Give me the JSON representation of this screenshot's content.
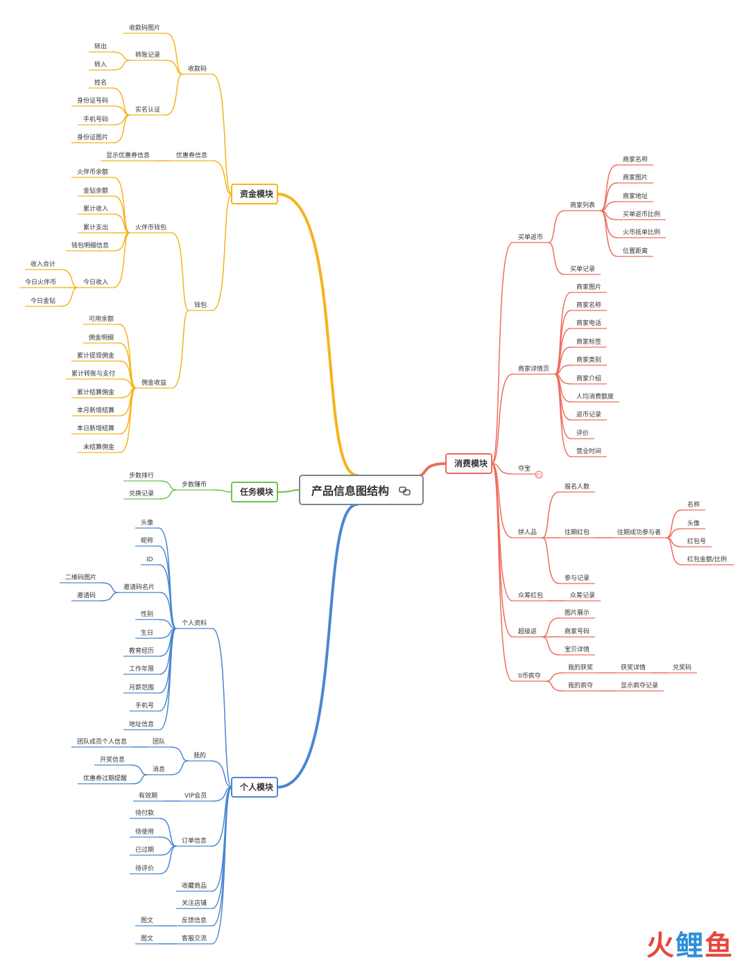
{
  "title": "产品信息图结构",
  "colors": {
    "资金模块": "#f5b31a",
    "任务模块": "#6cc24a",
    "个人模块": "#4a86d0",
    "消费模块": "#ee6b5d",
    "root_border": "#7a8594"
  },
  "icons": {
    "root": "link-icon",
    "collapsed_badge": "collapsed-count-badge"
  },
  "collapsed_count": "81",
  "watermark": [
    "火",
    "鲤",
    "鱼"
  ],
  "modules": [
    {
      "id": "资金模块",
      "label": "资金模块",
      "children": [
        {
          "label": "收款码",
          "children": [
            {
              "label": "收款码图片"
            },
            {
              "label": "转账记录",
              "children": [
                {
                  "label": "转出"
                },
                {
                  "label": "转入"
                }
              ]
            },
            {
              "label": "实名认证",
              "children": [
                {
                  "label": "姓名"
                },
                {
                  "label": "身份证号码"
                },
                {
                  "label": "手机号码"
                },
                {
                  "label": "身份证图片"
                }
              ]
            }
          ]
        },
        {
          "label": "优惠券信息",
          "children": [
            {
              "label": "显示优惠券信息"
            }
          ]
        },
        {
          "label": "钱包",
          "children": [
            {
              "label": "火伴币钱包",
              "children": [
                {
                  "label": "火伴币余额"
                },
                {
                  "label": "金钻余额"
                },
                {
                  "label": "累计收入"
                },
                {
                  "label": "累计支出"
                },
                {
                  "label": "钱包明细信息"
                },
                {
                  "label": "今日收入",
                  "children": [
                    {
                      "label": "收入合计"
                    },
                    {
                      "label": "今日火伴币"
                    },
                    {
                      "label": "今日金钻"
                    }
                  ]
                }
              ]
            },
            {
              "label": "佣金收益",
              "children": [
                {
                  "label": "可用余额"
                },
                {
                  "label": "佣金明细"
                },
                {
                  "label": "累计提现佣金"
                },
                {
                  "label": "累计转账与支付"
                },
                {
                  "label": "累计结算佣金"
                },
                {
                  "label": "本月新增结算"
                },
                {
                  "label": "本日新增结算"
                },
                {
                  "label": "未结算佣金"
                }
              ]
            }
          ]
        }
      ]
    },
    {
      "id": "任务模块",
      "label": "任务模块",
      "children": [
        {
          "label": "步数赚币",
          "children": [
            {
              "label": "步数排行"
            },
            {
              "label": "兑换记录"
            }
          ]
        }
      ]
    },
    {
      "id": "个人模块",
      "label": "个人模块",
      "children": [
        {
          "label": "个人资料",
          "children": [
            {
              "label": "头像"
            },
            {
              "label": "昵称"
            },
            {
              "label": "ID"
            },
            {
              "label": "邀请码名片",
              "children": [
                {
                  "label": "二维码图片"
                },
                {
                  "label": "邀请码"
                }
              ]
            },
            {
              "label": "性别"
            },
            {
              "label": "生日"
            },
            {
              "label": "教育经历"
            },
            {
              "label": "工作年限"
            },
            {
              "label": "月薪范围"
            },
            {
              "label": "手机号"
            },
            {
              "label": "地址信息"
            }
          ]
        },
        {
          "label": "我的",
          "children": [
            {
              "label": "团队",
              "children": [
                {
                  "label": "团队成员个人信息"
                }
              ]
            },
            {
              "label": "消息",
              "children": [
                {
                  "label": "开奖信息"
                },
                {
                  "label": "优惠券过期提醒"
                }
              ]
            }
          ]
        },
        {
          "label": "VIP会员",
          "children": [
            {
              "label": "有效期"
            }
          ]
        },
        {
          "label": "订单信息",
          "children": [
            {
              "label": "待付款"
            },
            {
              "label": "待使用"
            },
            {
              "label": "已过期"
            },
            {
              "label": "待评价"
            }
          ]
        },
        {
          "label": "收藏商品"
        },
        {
          "label": "关注店铺"
        },
        {
          "label": "反馈信息",
          "children": [
            {
              "label": "图文"
            }
          ]
        },
        {
          "label": "客服交流",
          "children": [
            {
              "label": "图文"
            }
          ]
        }
      ]
    },
    {
      "id": "消费模块",
      "label": "消费模块",
      "children": [
        {
          "label": "买单返币",
          "children": [
            {
              "label": "商家列表",
              "children": [
                {
                  "label": "商家名称"
                },
                {
                  "label": "商家图片"
                },
                {
                  "label": "商家地址"
                },
                {
                  "label": "买单返币比例"
                },
                {
                  "label": "火币抵单比例"
                },
                {
                  "label": "位置距离"
                }
              ]
            },
            {
              "label": "买单记录"
            }
          ]
        },
        {
          "label": "商家详情页",
          "children": [
            {
              "label": "商家图片"
            },
            {
              "label": "商家名称"
            },
            {
              "label": "商家电话"
            },
            {
              "label": "商家标签"
            },
            {
              "label": "商家类别"
            },
            {
              "label": "商家介绍"
            },
            {
              "label": "人均消费额度"
            },
            {
              "label": "返币记录"
            },
            {
              "label": "评价"
            },
            {
              "label": "营业时间"
            }
          ]
        },
        {
          "label": "夺宝"
        },
        {
          "label": "拼人品",
          "children": [
            {
              "label": "报名人数"
            },
            {
              "label": "往期红包",
              "children": [
                {
                  "label": "往期成功参与者",
                  "children": [
                    {
                      "label": "名称"
                    },
                    {
                      "label": "头像"
                    },
                    {
                      "label": "红包号"
                    },
                    {
                      "label": "红包金额/比例"
                    }
                  ]
                }
              ]
            },
            {
              "label": "参与记录"
            }
          ]
        },
        {
          "label": "众筹红包",
          "children": [
            {
              "label": "众筹记录"
            }
          ]
        },
        {
          "label": "超级返",
          "children": [
            {
              "label": "图片展示"
            },
            {
              "label": "商家号码"
            },
            {
              "label": "宝贝详情"
            }
          ]
        },
        {
          "label": "0币疯夺",
          "children": [
            {
              "label": "我的获奖",
              "children": [
                {
                  "label": "获奖详情",
                  "children": [
                    {
                      "label": "兑奖码"
                    }
                  ]
                }
              ]
            },
            {
              "label": "我的疯夺",
              "children": [
                {
                  "label": "显示疯夺记录"
                }
              ]
            }
          ]
        }
      ]
    }
  ]
}
